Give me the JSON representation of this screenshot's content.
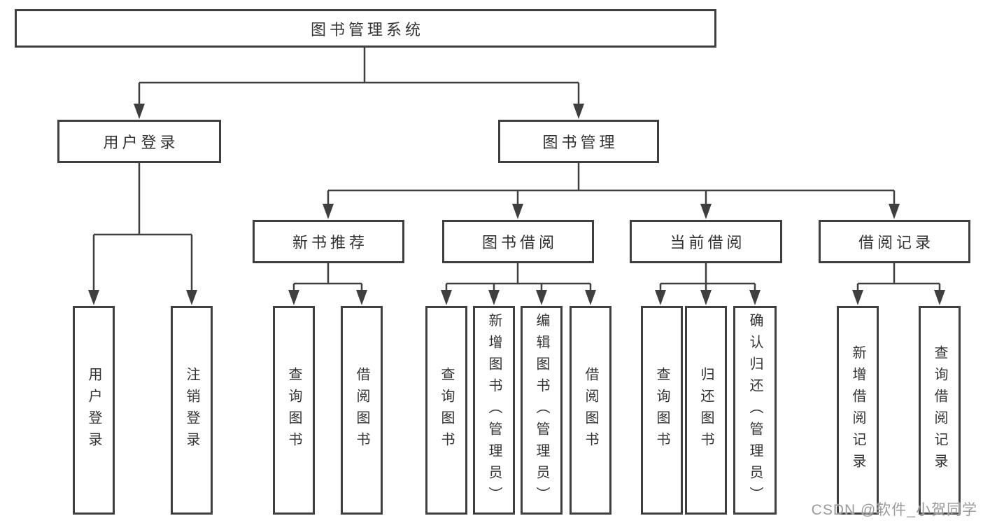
{
  "diagram": {
    "root": {
      "label": "图书管理系统"
    },
    "level2": {
      "user_login": {
        "label": "用户登录"
      },
      "book_management": {
        "label": "图书管理"
      }
    },
    "level3": {
      "new_book_recommend": {
        "label": "新书推荐"
      },
      "book_borrow": {
        "label": "图书借阅"
      },
      "current_borrow": {
        "label": "当前借阅"
      },
      "borrow_record": {
        "label": "借阅记录"
      }
    },
    "leaves": {
      "user_login": [
        "用户登录",
        "注销登录"
      ],
      "new_book_recommend": [
        "查询图书",
        "借阅图书"
      ],
      "book_borrow": [
        "查询图书",
        "新增图书（管理员）",
        "编辑图书（管理员）",
        "借阅图书"
      ],
      "current_borrow": [
        "查询图书",
        "归还图书",
        "确认归还（管理员）"
      ],
      "borrow_record": [
        "新增借阅记录",
        "查询借阅记录"
      ]
    }
  },
  "watermark": {
    "text": "CSDN @软件_小贺同学"
  },
  "colors": {
    "line": "#3f3f3f",
    "box_border": "#3f3f3f",
    "text": "#333333",
    "watermark": "#9b9b9b",
    "background": "#ffffff"
  }
}
